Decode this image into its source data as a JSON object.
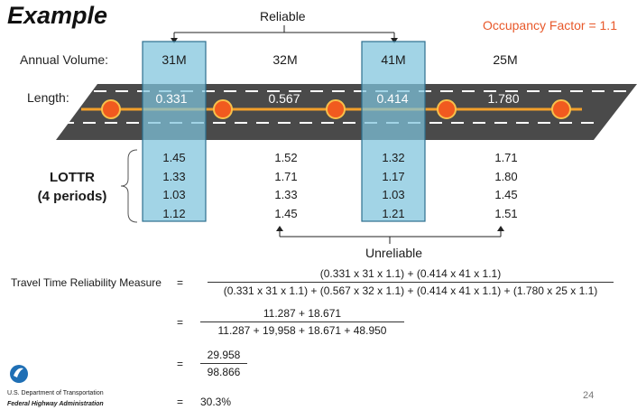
{
  "title": "Example",
  "occupancy_factor": "Occupancy Factor = 1.1",
  "reliable_label": "Reliable",
  "unreliable_label": "Unreliable",
  "annual_volume_label": "Annual Volume:",
  "length_label": "Length:",
  "segments": [
    {
      "volume": "31M",
      "length": "0.331",
      "lottr": [
        "1.45",
        "1.33",
        "1.03",
        "1.12"
      ],
      "highlighted": true
    },
    {
      "volume": "32M",
      "length": "0.567",
      "lottr": [
        "1.52",
        "1.71",
        "1.33",
        "1.45"
      ],
      "highlighted": false
    },
    {
      "volume": "41M",
      "length": "0.414",
      "lottr": [
        "1.32",
        "1.17",
        "1.03",
        "1.21"
      ],
      "highlighted": true
    },
    {
      "volume": "25M",
      "length": "1.780",
      "lottr": [
        "1.71",
        "1.80",
        "1.45",
        "1.51"
      ],
      "highlighted": false
    }
  ],
  "lottr_label_line1": "LOTTR",
  "lottr_label_line2": "(4 periods)",
  "formula": {
    "label": "Travel Time Reliability Measure",
    "equals": "=",
    "step1_num": "(0.331 x 31 x 1.1) + (0.414 x 41 x 1.1)",
    "step1_den": "(0.331 x 31 x 1.1) + (0.567 x 32 x 1.1) + (0.414 x 41 x 1.1) + (1.780 x 25 x 1.1)",
    "step2_num": "11.287 + 18.671",
    "step2_den": "11.287 + 19,958 + 18.671 + 48.950",
    "step3_num": "29.958",
    "step3_den": "98.866",
    "result": "30.3%"
  },
  "footer": {
    "org_line1": "U.S. Department of Transportation",
    "org_line2": "Federal Highway Administration",
    "page_number": "24"
  },
  "colors": {
    "accent": "#e8582a",
    "highlight_fill": "#7ec3dd",
    "road": "#4a4a4a",
    "node": "#f15a1f"
  }
}
